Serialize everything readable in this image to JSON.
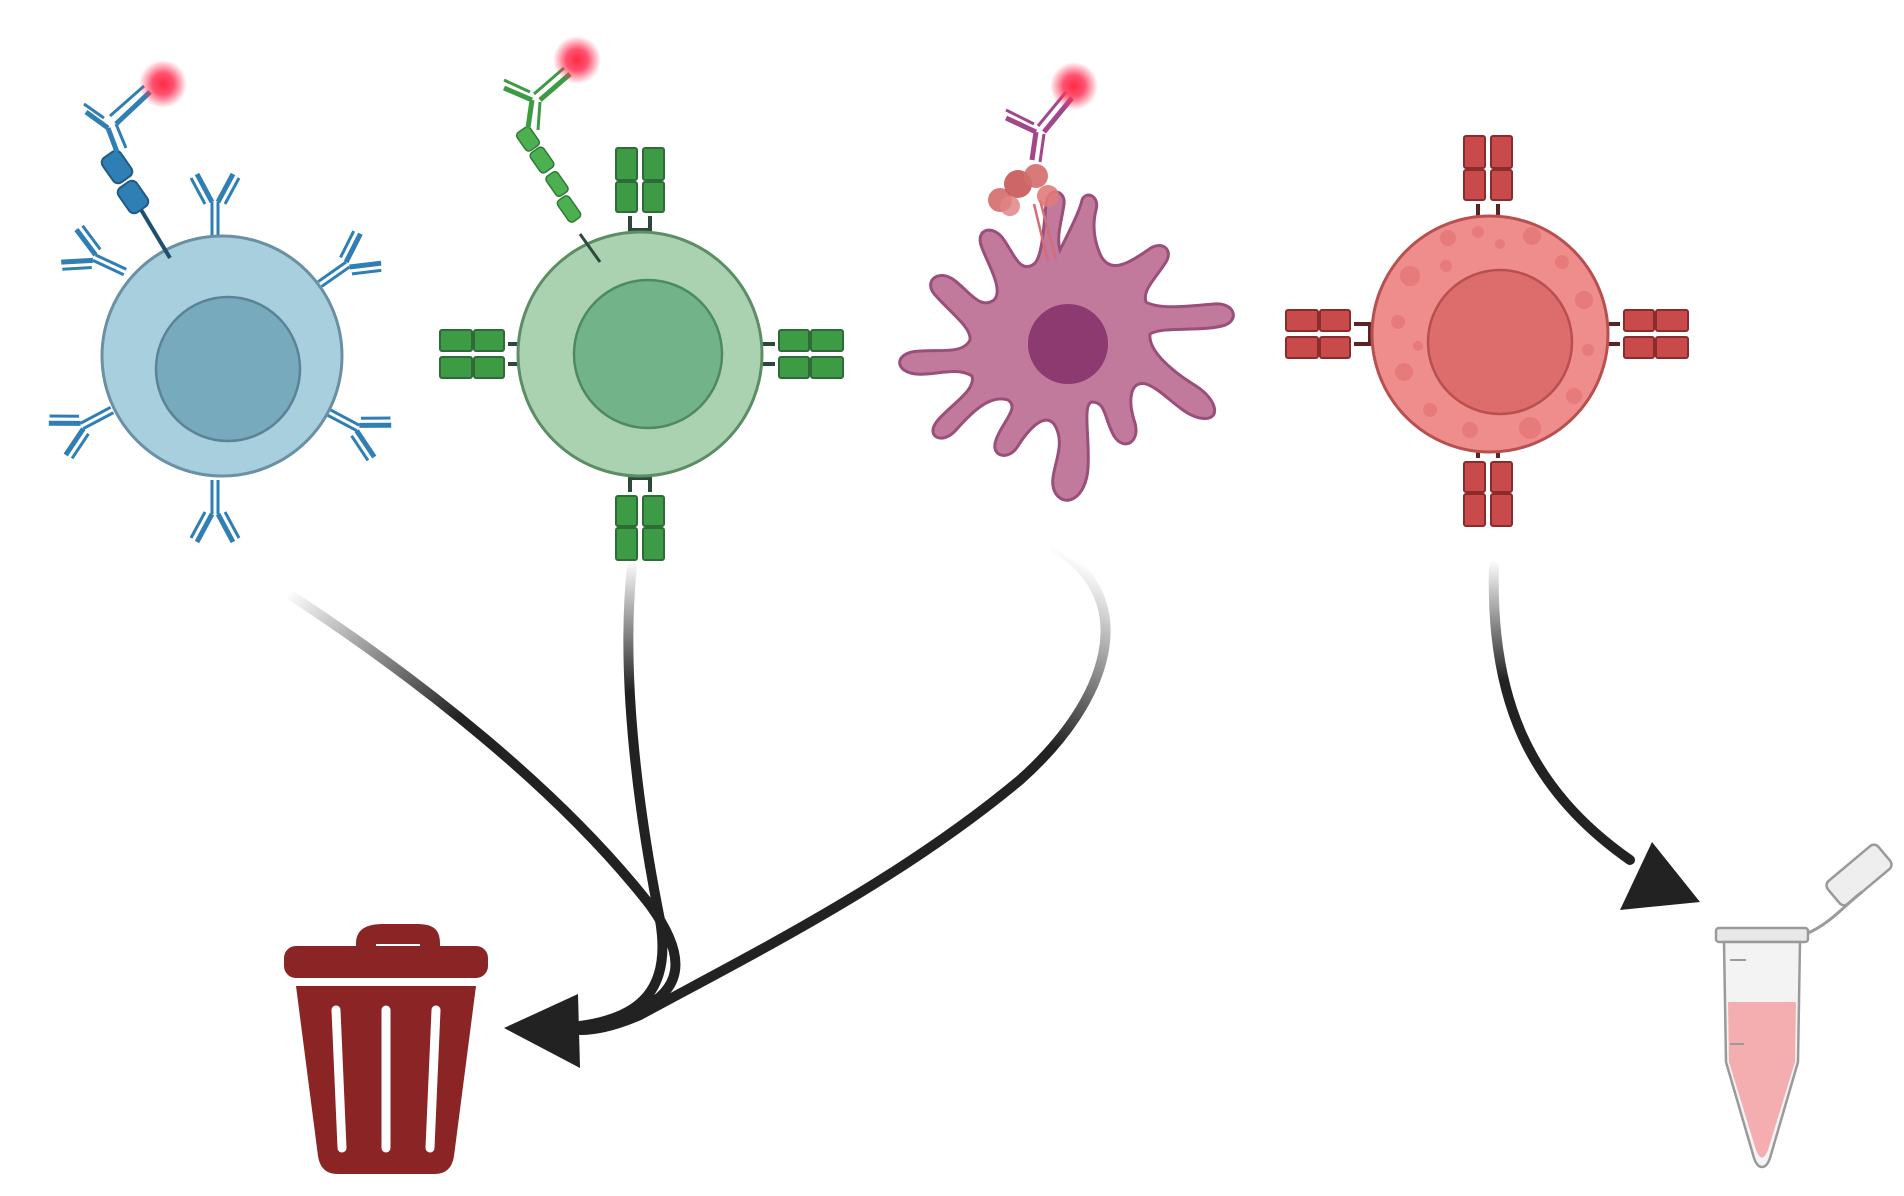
{
  "diagram": {
    "cells": [
      {
        "id": "blue-lymphocyte",
        "color": "#a7cfdd",
        "nucleus": "#78aabd",
        "marker": "#2f7fb5",
        "labeled": true
      },
      {
        "id": "green-lymphocyte",
        "color": "#abd2b0",
        "nucleus": "#72b38a",
        "marker": "#3d9a45",
        "labeled": true
      },
      {
        "id": "dendritic-cell",
        "color": "#c27a9c",
        "nucleus": "#8c3a70",
        "marker": "#a1488d",
        "labeled": true
      },
      {
        "id": "target-cell",
        "color": "#ee8d8c",
        "nucleus": "#dc6d6c",
        "marker": "#c94a4a",
        "labeled": false
      }
    ],
    "outcomes": {
      "discard": {
        "icon": "trash-bin-icon",
        "color": "#8b2525"
      },
      "collect": {
        "icon": "microcentrifuge-tube-icon",
        "liquid": "#f4aeb0"
      }
    },
    "arrow_color": "#222222",
    "label_glow": "#ff2a44"
  }
}
